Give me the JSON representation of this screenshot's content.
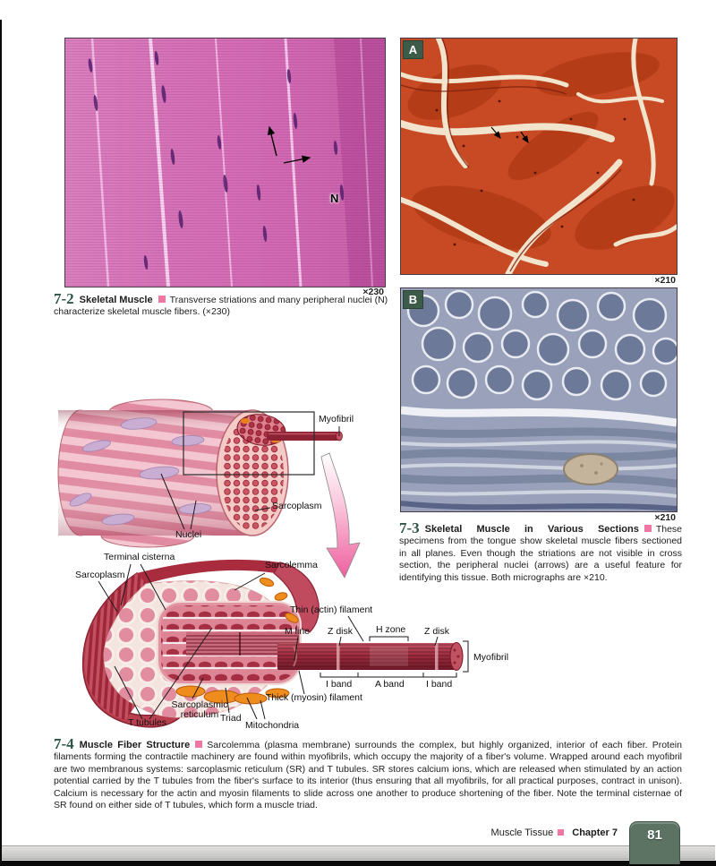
{
  "footer": {
    "section": "Muscle Tissue",
    "chapter": "Chapter 7",
    "page_number": "81"
  },
  "fig2": {
    "number": "7-2",
    "title": "Skeletal Muscle",
    "body": "Transverse striations and many peripheral nuclei (N) characterize skeletal muscle fibers. (×230)",
    "magnification": "×230",
    "annotation_n": "N"
  },
  "fig3": {
    "number": "7-3",
    "title": "Skeletal Muscle in Various Sections",
    "body": "These specimens from the tongue show skeletal muscle fibers sectioned in all planes. Even though the striations are not visible in cross section, the peripheral nuclei (arrows) are a useful feature for identifying this tissue. Both micrographs are ×210.",
    "panel_a": "A",
    "panel_b": "B",
    "magnification_a": "×210",
    "magnification_b": "×210"
  },
  "fig4": {
    "number": "7-4",
    "title": "Muscle Fiber Structure",
    "body": "Sarcolemma (plasma membrane) surrounds the complex, but highly organized, interior of each fiber. Protein filaments forming the contractile machinery are found within myofibrils, which occupy the majority of a fiber's volume. Wrapped around each myofibril are two membranous systems: sarcoplasmic reticulum (SR) and T tubules. SR stores calcium ions, which are released when stimulated by an action potential carried by the T tubules from the fiber's surface to its interior (thus ensuring that all myofibrils, for all practical purposes, contract in unison). Calcium is necessary for the actin and myosin filaments to slide across one another to produce shortening of the fiber. Note the terminal cisternae of SR found on either side of T tubules, which form a muscle triad.",
    "labels": {
      "myofibril_top": "Myofibril",
      "sarcoplasm_top": "Sarcoplasm",
      "nuclei": "Nuclei",
      "terminal_cisterna": "Terminal cisterna",
      "sarcoplasm_bottom": "Sarcoplasm",
      "sarcolemma": "Sarcolemma",
      "thin_filament": "Thin (actin) filament",
      "m_line": "M line",
      "z_disk_left": "Z disk",
      "h_zone": "H zone",
      "z_disk_right": "Z disk",
      "myofibril_rod": "Myofibril",
      "i_band_left": "I band",
      "a_band": "A band",
      "i_band_right": "I band",
      "thick_filament": "Thick (myosin) filament",
      "sarcoplasmic_reticulum": "Sarcoplasmic reticulum",
      "t_tubules": "T tubules",
      "triad": "Triad",
      "mitochondria": "Mitochondria"
    }
  },
  "colors": {
    "accent_pink": "#f077a4",
    "figure_green": "#2f5546",
    "tab_green": "#5c7364"
  }
}
